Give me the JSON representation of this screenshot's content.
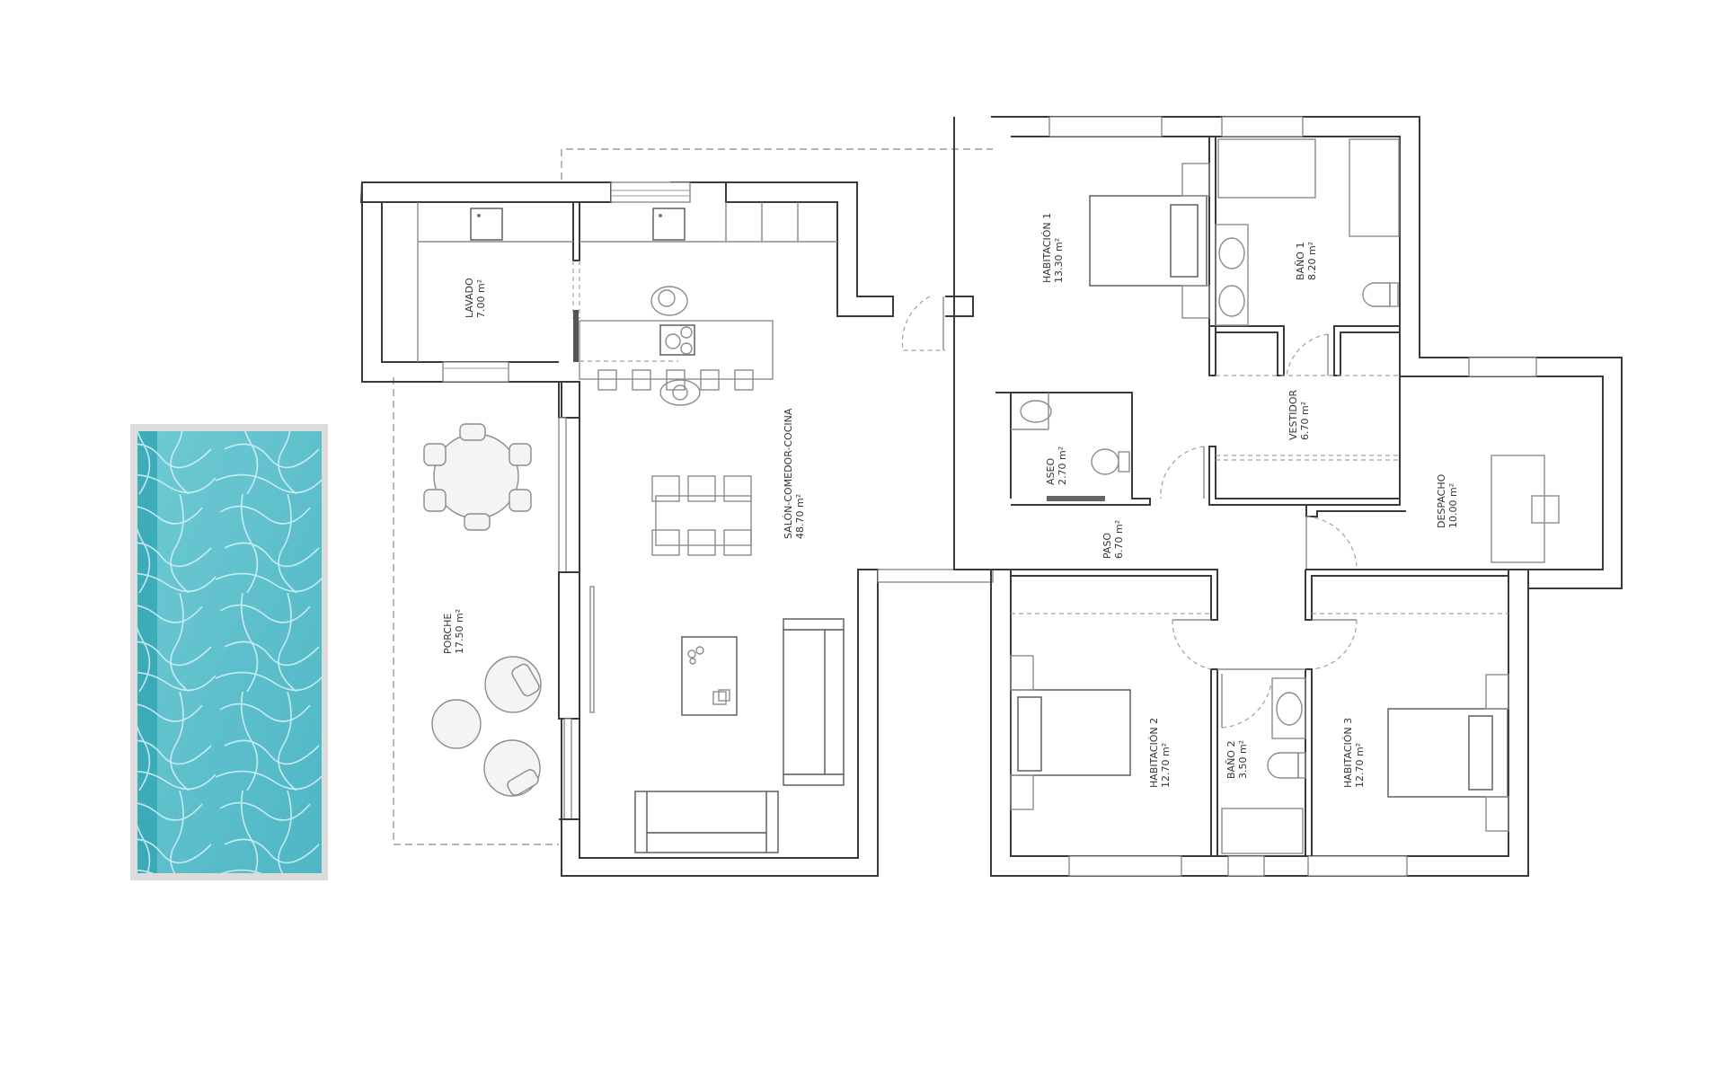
{
  "plan": {
    "unit": "m²",
    "colors": {
      "wall": "#3a3a3a",
      "furniture": "#8c8c8c",
      "pool_water": "#5fc0cc",
      "pool_deep": "#2fa3b2",
      "pool_border": "#dcdcdc"
    },
    "rooms": [
      {
        "id": "lavado",
        "name": "LAVADO",
        "area": "7.00 m²"
      },
      {
        "id": "salon",
        "name": "SALÓN-COMEDOR-COCINA",
        "area": "48.70 m²"
      },
      {
        "id": "porche",
        "name": "PORCHE",
        "area": "17.50 m²"
      },
      {
        "id": "hab1",
        "name": "HABITACIÓN  1",
        "area": "13.30 m²"
      },
      {
        "id": "bano1",
        "name": "BAÑO 1",
        "area": "8.20 m²"
      },
      {
        "id": "vestidor",
        "name": "VESTIDOR",
        "area": "6.70 m²"
      },
      {
        "id": "aseo",
        "name": "ASEO",
        "area": "2.70 m²"
      },
      {
        "id": "paso",
        "name": "PASO",
        "area": "6.70 m²"
      },
      {
        "id": "despacho",
        "name": "DESPACHO",
        "area": "10.00 m²"
      },
      {
        "id": "hab2",
        "name": "HABITACIÓN  2",
        "area": "12.70 m²"
      },
      {
        "id": "bano2",
        "name": "BAÑO 2",
        "area": "3.50 m²"
      },
      {
        "id": "hab3",
        "name": "HABITACIÓN  3",
        "area": "12.70 m²"
      }
    ],
    "features": [
      "pool",
      "outdoor-dining-table",
      "lounge-chairs",
      "kitchen-island",
      "dining-table",
      "sofas",
      "beds",
      "wardrobes"
    ]
  }
}
